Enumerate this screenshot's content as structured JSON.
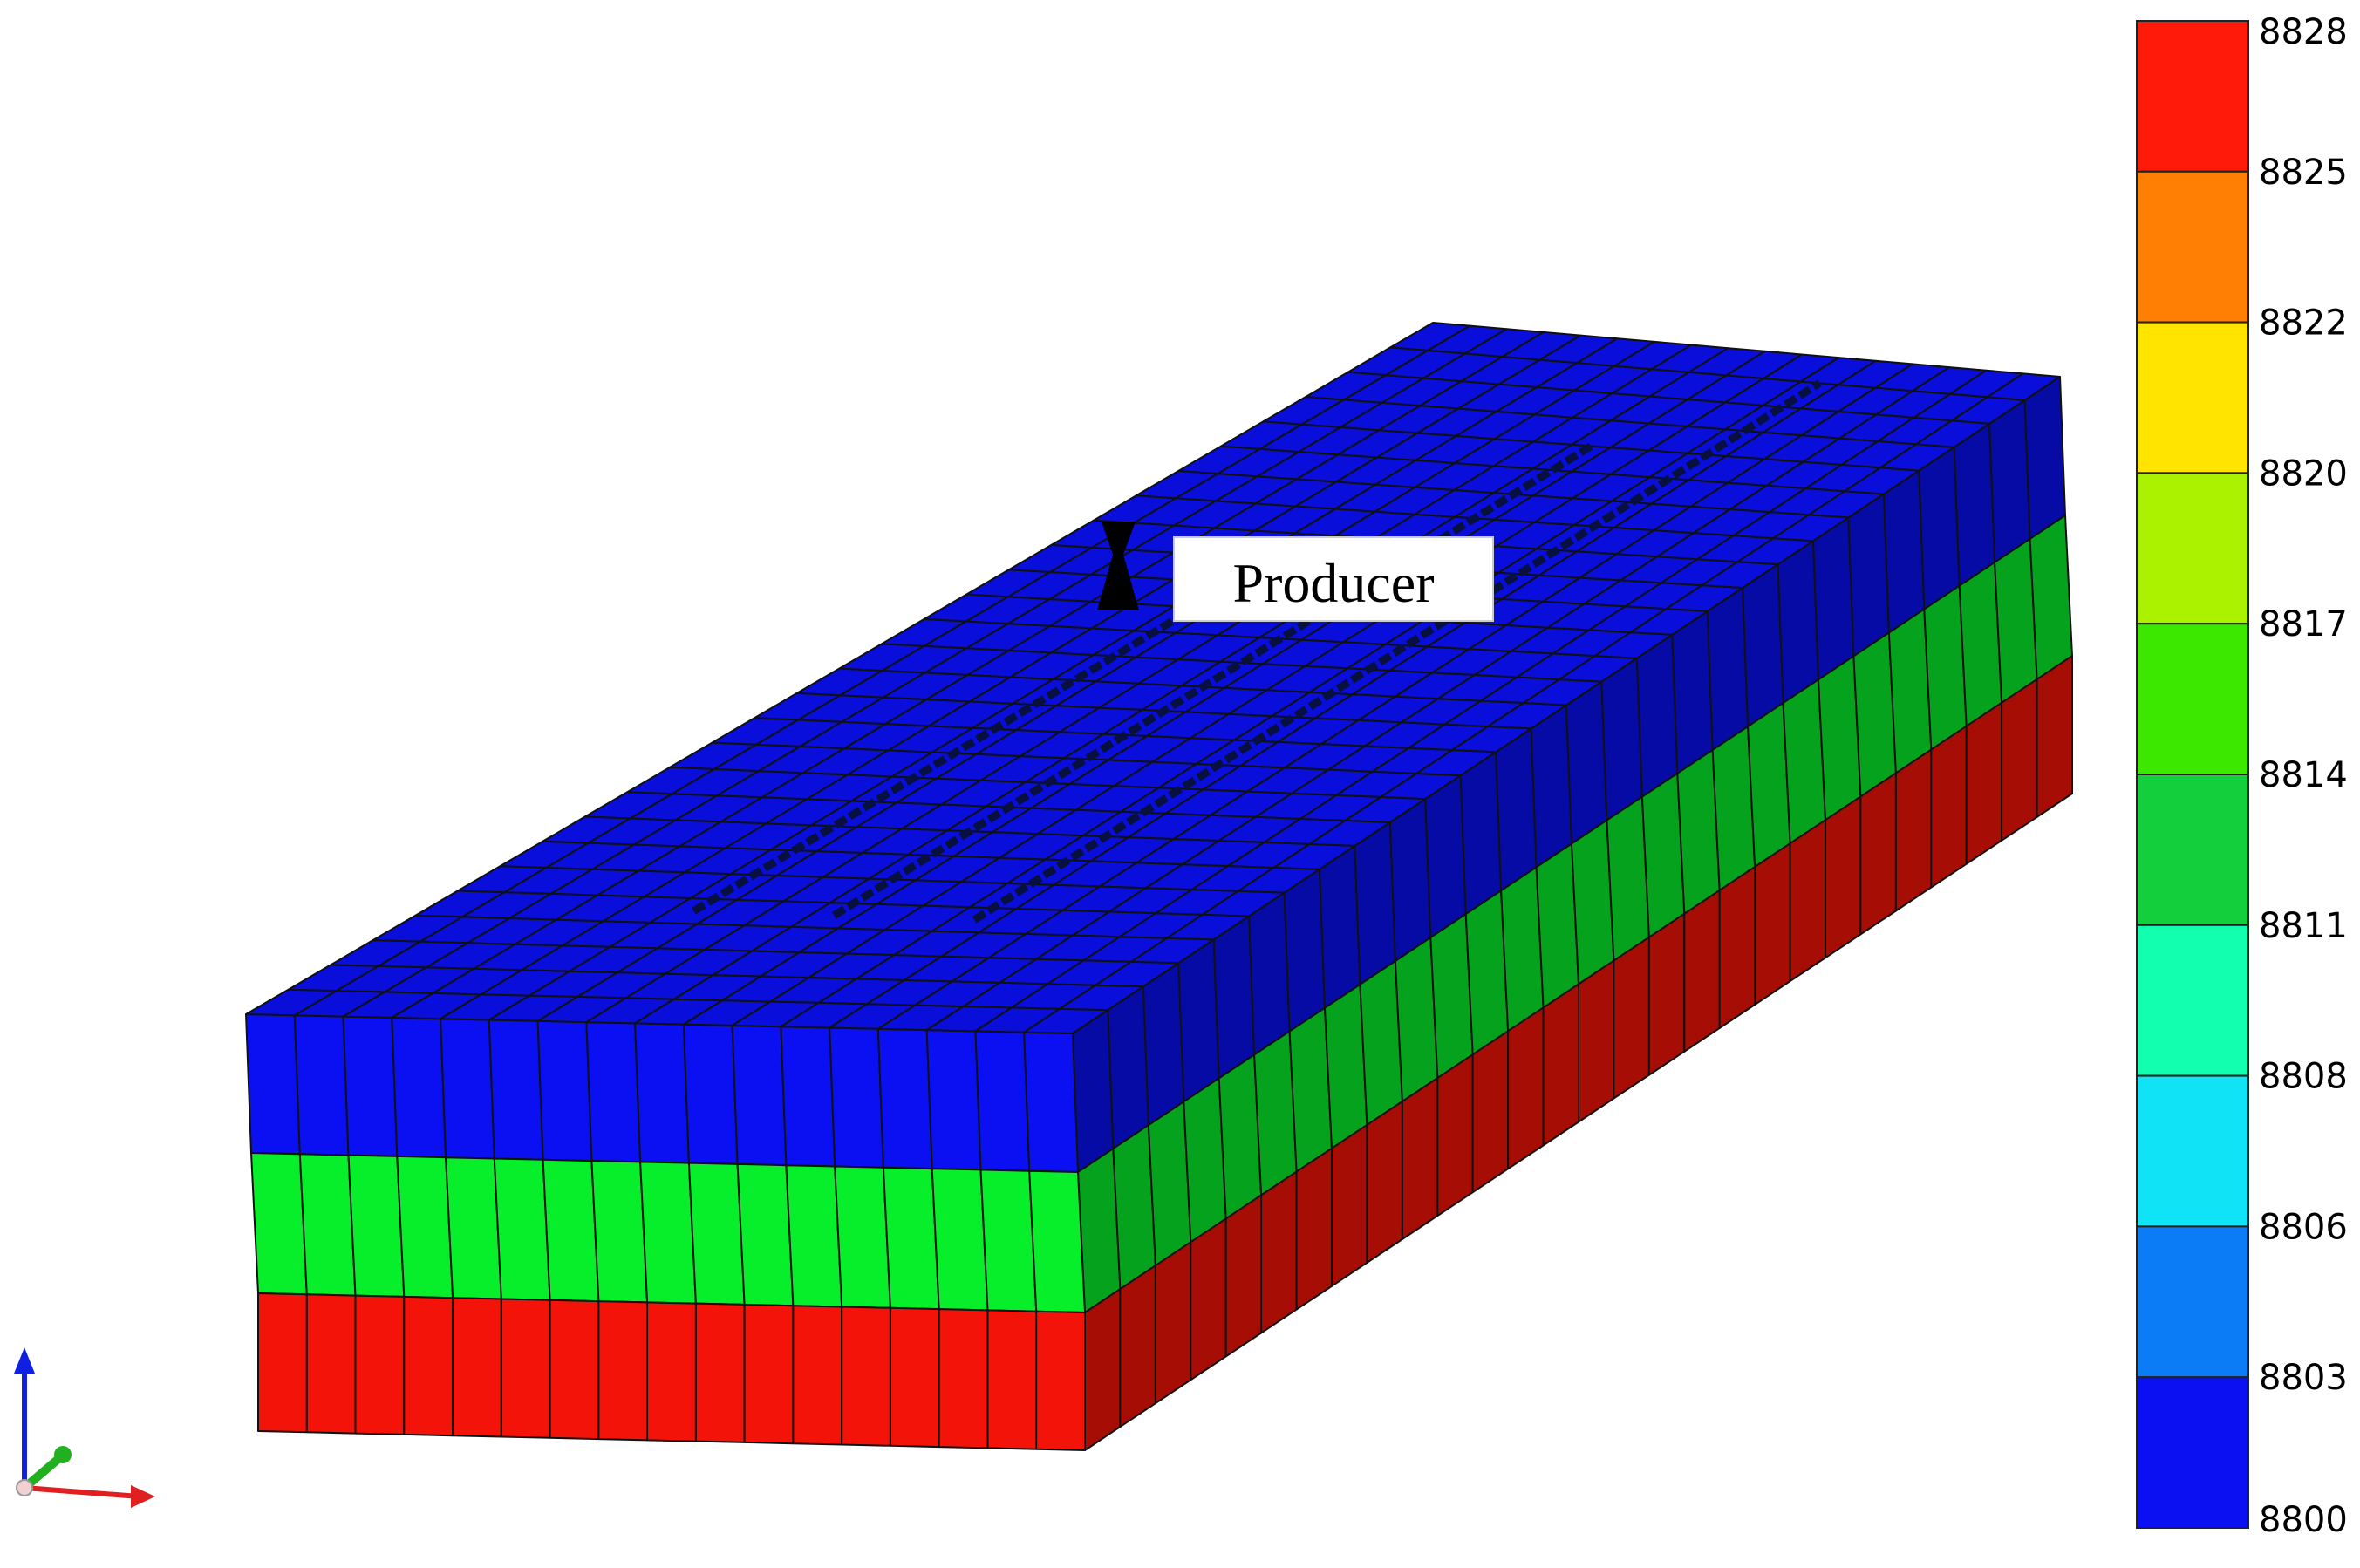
{
  "well": {
    "label": "Producer",
    "icon": "well-symbol-icon"
  },
  "colorbar": {
    "ticks": [
      "8828",
      "8825",
      "8822",
      "8820",
      "8817",
      "8814",
      "8811",
      "8808",
      "8806",
      "8803",
      "8800"
    ],
    "colors": [
      "#ff1a0a",
      "#ff7f05",
      "#ffe400",
      "#aaf200",
      "#3ce800",
      "#13cf3c",
      "#13ffb0",
      "#0fe3f5",
      "#0c7cf6",
      "#0a10f2"
    ]
  },
  "model": {
    "layers": [
      {
        "name": "top-layer",
        "value": 8800,
        "color": "#0a10f2"
      },
      {
        "name": "middle-layer",
        "value": 8814,
        "color": "#07ef2a"
      },
      {
        "name": "bottom-layer",
        "value": 8828,
        "color": "#f31308"
      }
    ]
  },
  "axes": {
    "icon": "orientation-axes-icon",
    "colors": {
      "z": "#1020e0",
      "x": "#e02020",
      "y": "#20b020"
    }
  }
}
